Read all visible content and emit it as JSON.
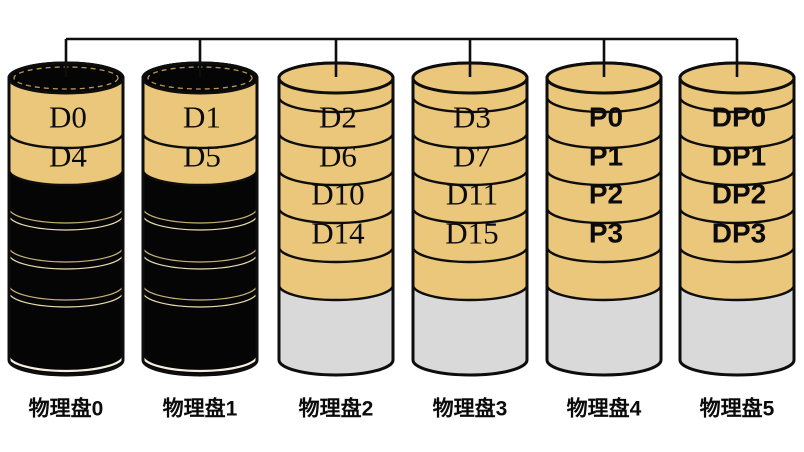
{
  "diagram": {
    "type": "raid-dp-disk-layout",
    "bus": {
      "name": "disk-controller-bus"
    },
    "disks": [
      {
        "label": "物理盘0",
        "state": "failed",
        "blocks": [
          "D0",
          "D4"
        ],
        "block_font": "serif"
      },
      {
        "label": "物理盘1",
        "state": "failed",
        "blocks": [
          "D1",
          "D5"
        ],
        "block_font": "serif"
      },
      {
        "label": "物理盘2",
        "state": "data",
        "blocks": [
          "D2",
          "D6",
          "D10",
          "D14"
        ],
        "block_font": "serif"
      },
      {
        "label": "物理盘3",
        "state": "data",
        "blocks": [
          "D3",
          "D7",
          "D11",
          "D15"
        ],
        "block_font": "serif"
      },
      {
        "label": "物理盘4",
        "state": "row-parity",
        "blocks": [
          "P0",
          "P1",
          "P2",
          "P3"
        ],
        "block_font": "bold-sans"
      },
      {
        "label": "物理盘5",
        "state": "diagonal-parity",
        "blocks": [
          "DP0",
          "DP1",
          "DP2",
          "DP3"
        ],
        "block_font": "bold-sans"
      }
    ],
    "colors": {
      "gold": "#EAC77B",
      "gray": "#D9D9D9",
      "ink": "#0D0D0D",
      "text": "#0B0B0B",
      "failed_body": "#050505",
      "faint_arc_dark": "#C9B277",
      "faint_arc_light": "#EBDCAE",
      "failed_bottom_arc": "#F5EFDF",
      "failed_cap_rim": "#B89850",
      "background": "#FFFFFF"
    }
  }
}
